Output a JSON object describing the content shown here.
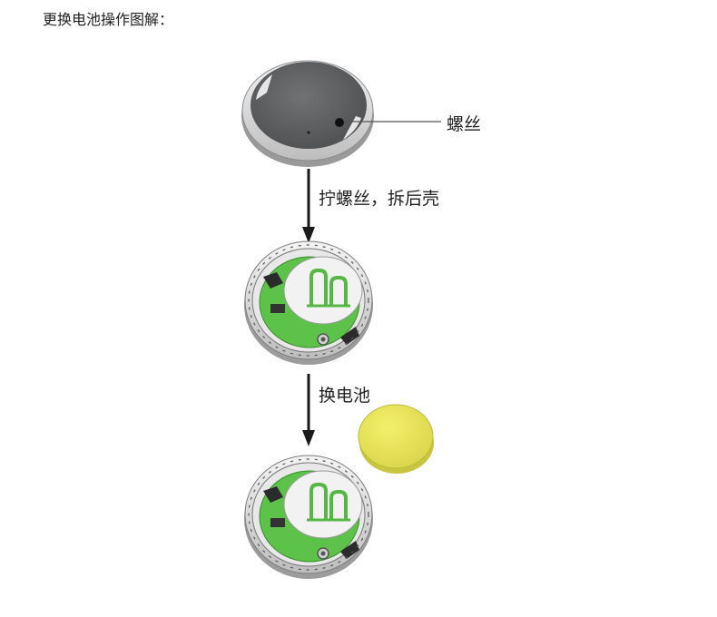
{
  "title": "更换电池操作图解：",
  "labels": {
    "screw": "螺丝",
    "step1": "拧螺丝，拆后壳",
    "step2": "换电池"
  },
  "colors": {
    "shell_dark": "#5f6163",
    "shell_edge": "#d6d6d6",
    "pcb_green": "#5cc24a",
    "battery_yellow": "#ece95a",
    "holder_white": "#f2f2f2",
    "arrow": "#1a1a1a"
  }
}
